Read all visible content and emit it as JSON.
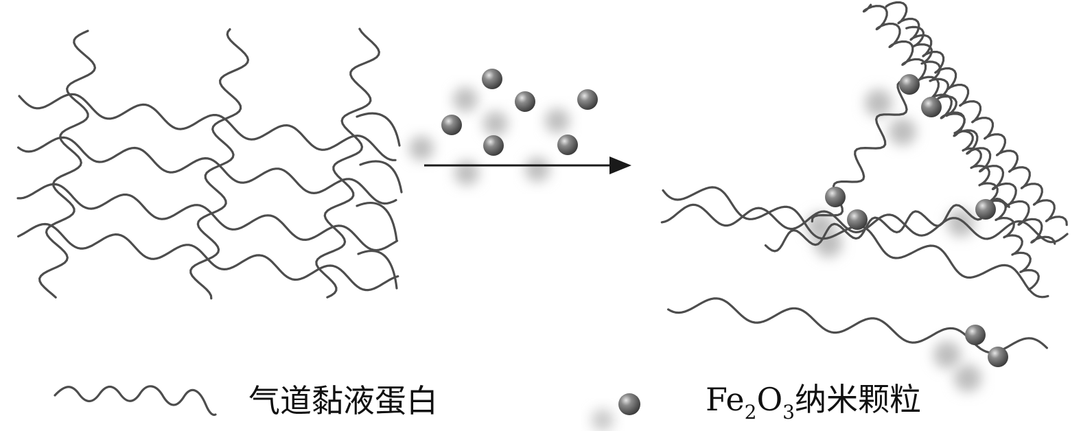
{
  "legend": {
    "mucin_label": "气道黏液蛋白",
    "particle_formula_main": "Fe",
    "particle_sub1": "2",
    "particle_formula_mid": "O",
    "particle_sub2": "3",
    "particle_label_rest": "纳米颗粒"
  },
  "colors": {
    "strand": "#4d4d4d",
    "particle": "#5a5a5a",
    "particle_highlight": "#d9d9d9",
    "shadow": "#bdbdbd",
    "arrow": "#1a1a1a",
    "text": "#111111"
  },
  "icons": {
    "arrow": "right-arrow-icon",
    "particle": "nanoparticle-sphere-icon",
    "strand": "wavy-mucin-strand-icon"
  }
}
